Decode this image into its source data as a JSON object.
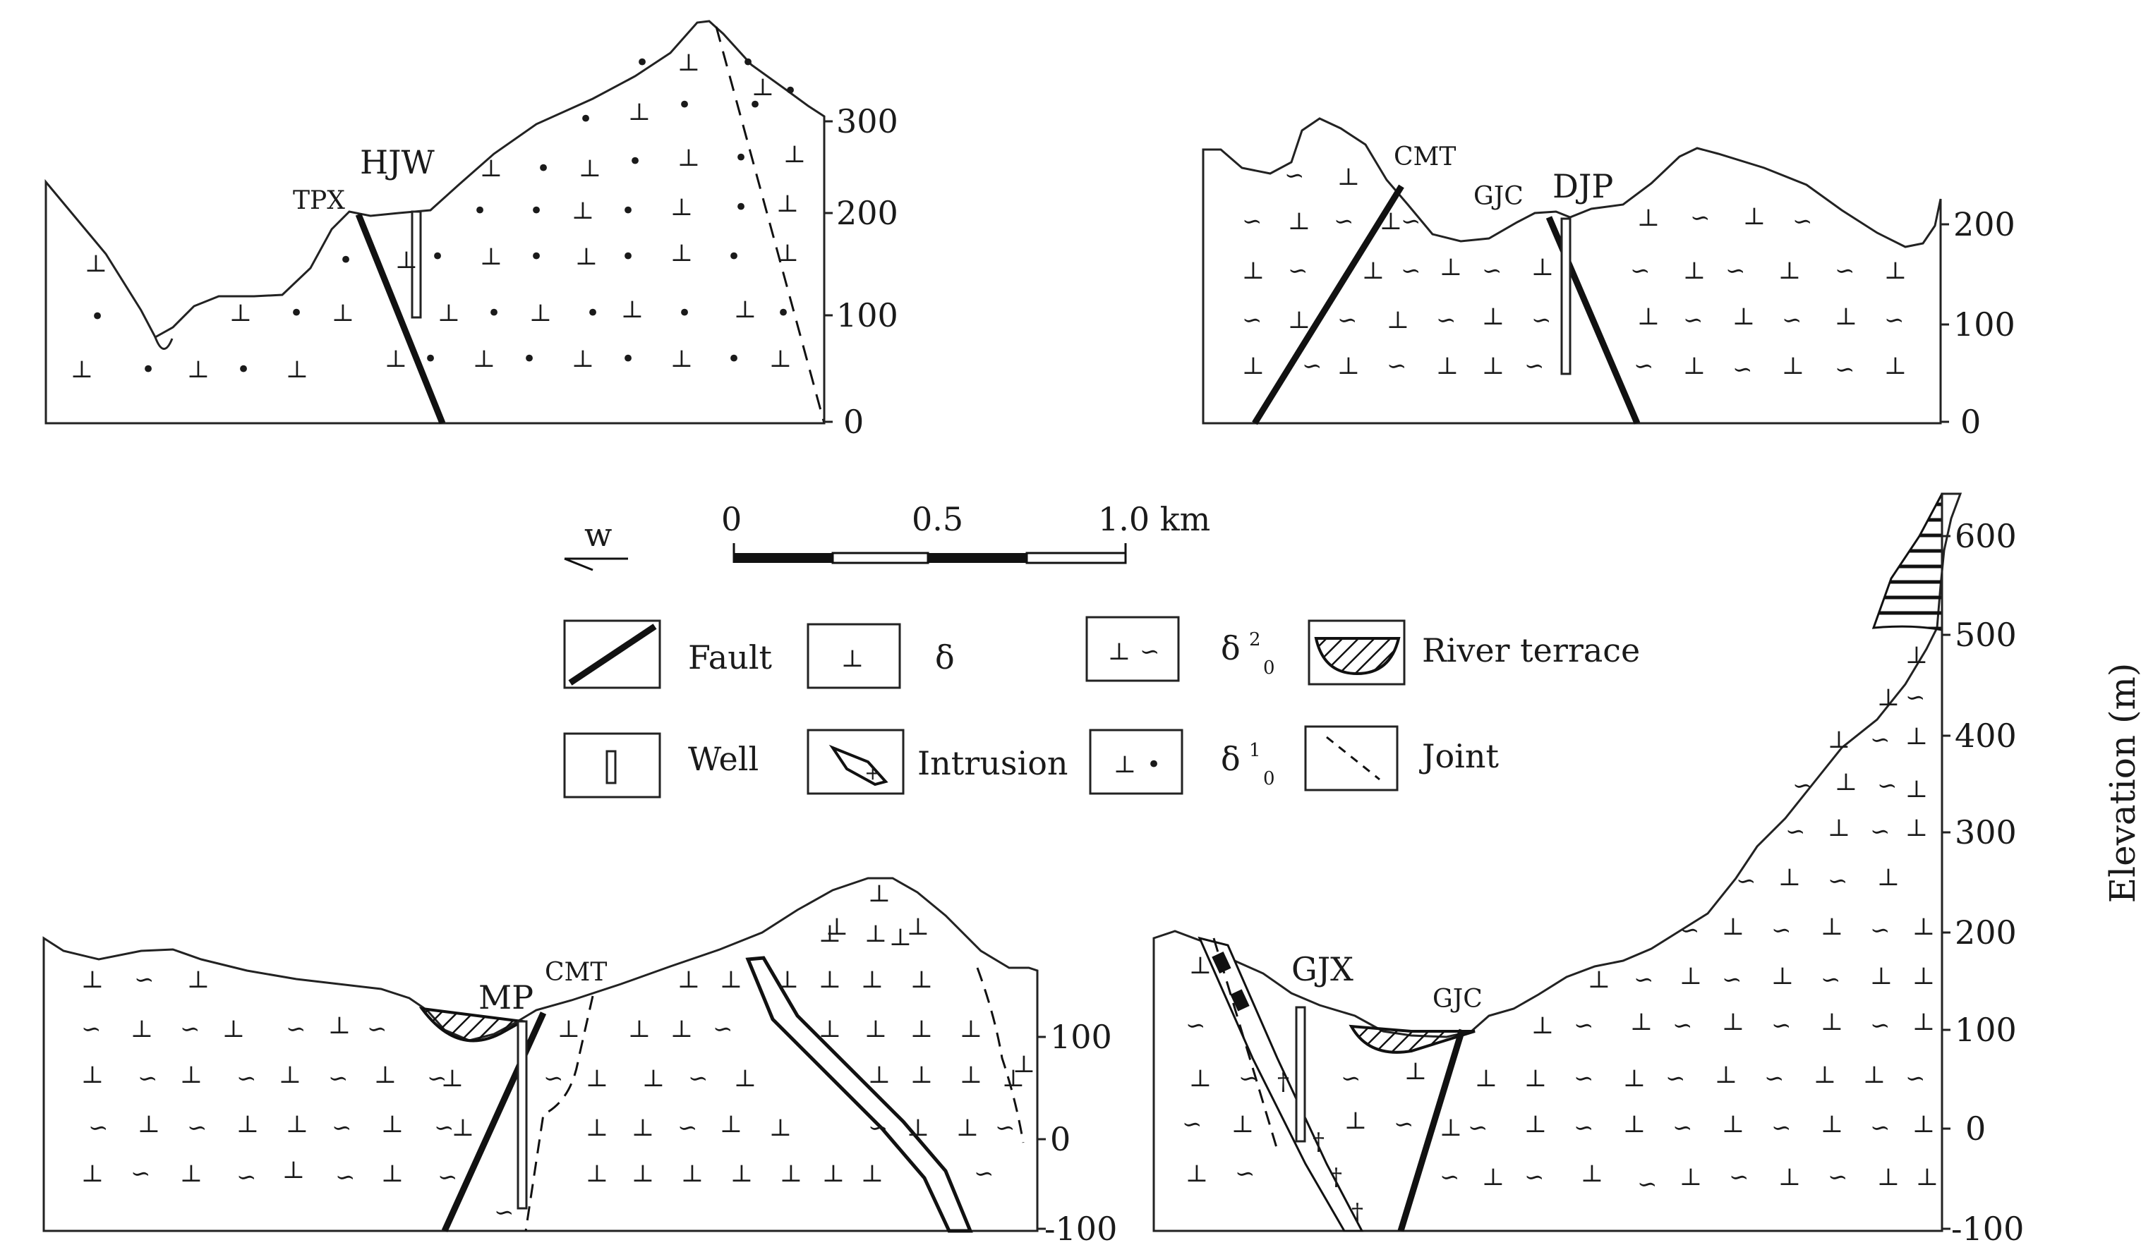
{
  "figure": {
    "elevation_axis_label": "Elevation (m)",
    "scale_bar": {
      "ticks": [
        "0",
        "0.5",
        "1.0 km"
      ]
    },
    "direction": "w",
    "sections": [
      {
        "id": "hjw",
        "well_label": "HJW",
        "site_labels": [
          "TPX"
        ],
        "ticks": [
          "300",
          "200",
          "100",
          "0"
        ]
      },
      {
        "id": "djp",
        "well_label": "DJP",
        "site_labels": [
          "CMT",
          "GJC"
        ],
        "ticks": [
          "200",
          "100",
          "0"
        ]
      },
      {
        "id": "mp",
        "well_label": "MP",
        "site_labels": [
          "CMT"
        ],
        "ticks": [
          "100",
          "0",
          "-100"
        ]
      },
      {
        "id": "gjx",
        "well_label": "GJX",
        "site_labels": [
          "GJC"
        ],
        "ticks": [
          "600",
          "500",
          "400",
          "300",
          "200",
          "100",
          "0",
          "-100"
        ]
      }
    ],
    "legend": [
      {
        "id": "fault",
        "label": "Fault",
        "icon": "fault-icon"
      },
      {
        "id": "delta",
        "label": "δ",
        "icon": "delta-icon"
      },
      {
        "id": "delta2",
        "label": "δ",
        "sup": "2",
        "sub": "0",
        "icon": "delta2-icon"
      },
      {
        "id": "terrace",
        "label": "River terrace",
        "icon": "river-terrace-icon"
      },
      {
        "id": "well",
        "label": "Well",
        "icon": "well-icon"
      },
      {
        "id": "intrusion",
        "label": "Intrusion",
        "icon": "intrusion-icon"
      },
      {
        "id": "delta1",
        "label": "δ",
        "sup": "1",
        "sub": "0",
        "icon": "delta1-icon"
      },
      {
        "id": "joint",
        "label": "Joint",
        "icon": "joint-icon"
      }
    ]
  }
}
